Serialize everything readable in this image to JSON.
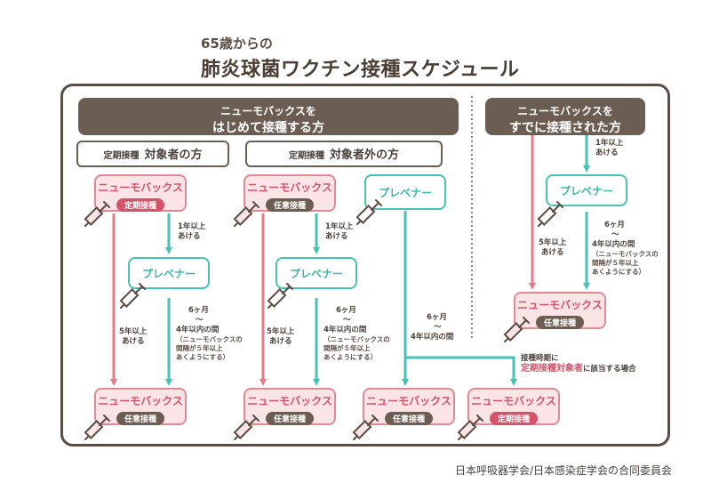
{
  "header": {
    "subtitle": "65歳からの",
    "title": "肺炎球菌ワクチン接種スケジュール"
  },
  "left_section": {
    "line1": "ニューモバックスを",
    "line2": "はじめて接種する方",
    "cat1_small": "定期接種",
    "cat1_big": "対象者の方",
    "cat2_small": "定期接種",
    "cat2_big": "対象者外の方"
  },
  "right_section": {
    "line1": "ニューモバックスを",
    "line2": "すでに接種された方"
  },
  "labels": {
    "pneumovax": "ニューモバックス",
    "prevenar": "プレベナー",
    "routine": "定期接種",
    "voluntary": "任意接種"
  },
  "notes": {
    "one_year_a": "1年以上",
    "one_year_b": "あける",
    "five_year_a": "5年以上",
    "five_year_b": "あける",
    "six_month": "6ヶ月",
    "tilde": "〜",
    "four_year": "4年以内の間",
    "paren1": "（ニューモバックスの",
    "paren2": "間隔が５年以上",
    "paren3": "あくようにする）",
    "cond1": "接種時期に",
    "cond2_hl": "定期接種対象者",
    "cond2_rest": "に該当する場合"
  },
  "footer": {
    "credit": "日本呼吸器学会/日本感染症学会の合同委員会"
  },
  "colors": {
    "brown": "#6b5d52",
    "pink": "#d5536a",
    "pink_line": "#e57a88",
    "teal": "#45c3b6"
  }
}
